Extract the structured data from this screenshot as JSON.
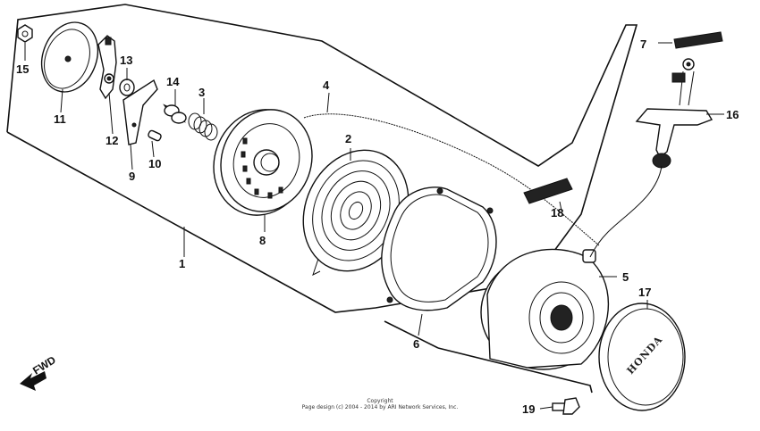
{
  "callouts": {
    "c1": "1",
    "c2": "2",
    "c3": "3",
    "c4": "4",
    "c5": "5",
    "c6": "6",
    "c7": "7",
    "c8": "8",
    "c9": "9",
    "c10": "10",
    "c11": "11",
    "c12": "12",
    "c13": "13",
    "c14": "14",
    "c15": "15",
    "c16": "16",
    "c17": "17",
    "c18": "18",
    "c19": "19"
  },
  "direction_label": "FWD",
  "brand_logo": "HONDA",
  "copyright": {
    "line1": "Copyright",
    "line2": "Page design (c) 2004 - 2014 by ARI Network Services, Inc."
  }
}
